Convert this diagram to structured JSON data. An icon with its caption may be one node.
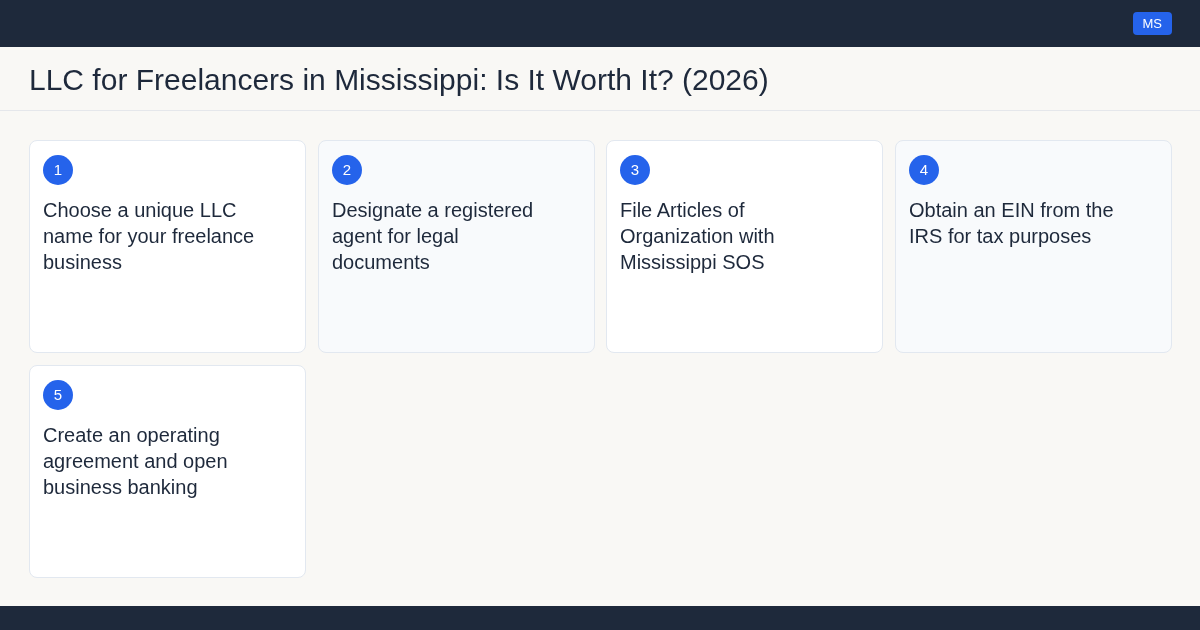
{
  "diagram": {
    "title": "LLC for Freelancers in Mississippi: Is It Worth It? (2026)",
    "nodes": [
      {
        "text": [
          "Choose a unique LLC name for your freelance business"
        ]
      },
      {
        "text": [
          "1"
        ],
        "in": 0
      },
      {
        "text": [
          "Designate a registered agent for legal documents"
        ]
      },
      {
        "text": [
          "2"
        ],
        "in": 2
      },
      {
        "text": [
          "File Articles of Organization with Mississippi SOS"
        ]
      },
      {
        "text": [
          "3"
        ],
        "in": 4
      },
      {
        "text": [
          "Obtain an EIN from the IRS for tax purposes"
        ]
      },
      {
        "text": [
          "4"
        ],
        "in": 6
      },
      {
        "text": [
          "Create an operating agreement and open business banking"
        ]
      },
      {
        "text": [
          "5"
        ],
        "in": 8
      }
    ],
    "labels": [
      "MS"
    ]
  }
}
